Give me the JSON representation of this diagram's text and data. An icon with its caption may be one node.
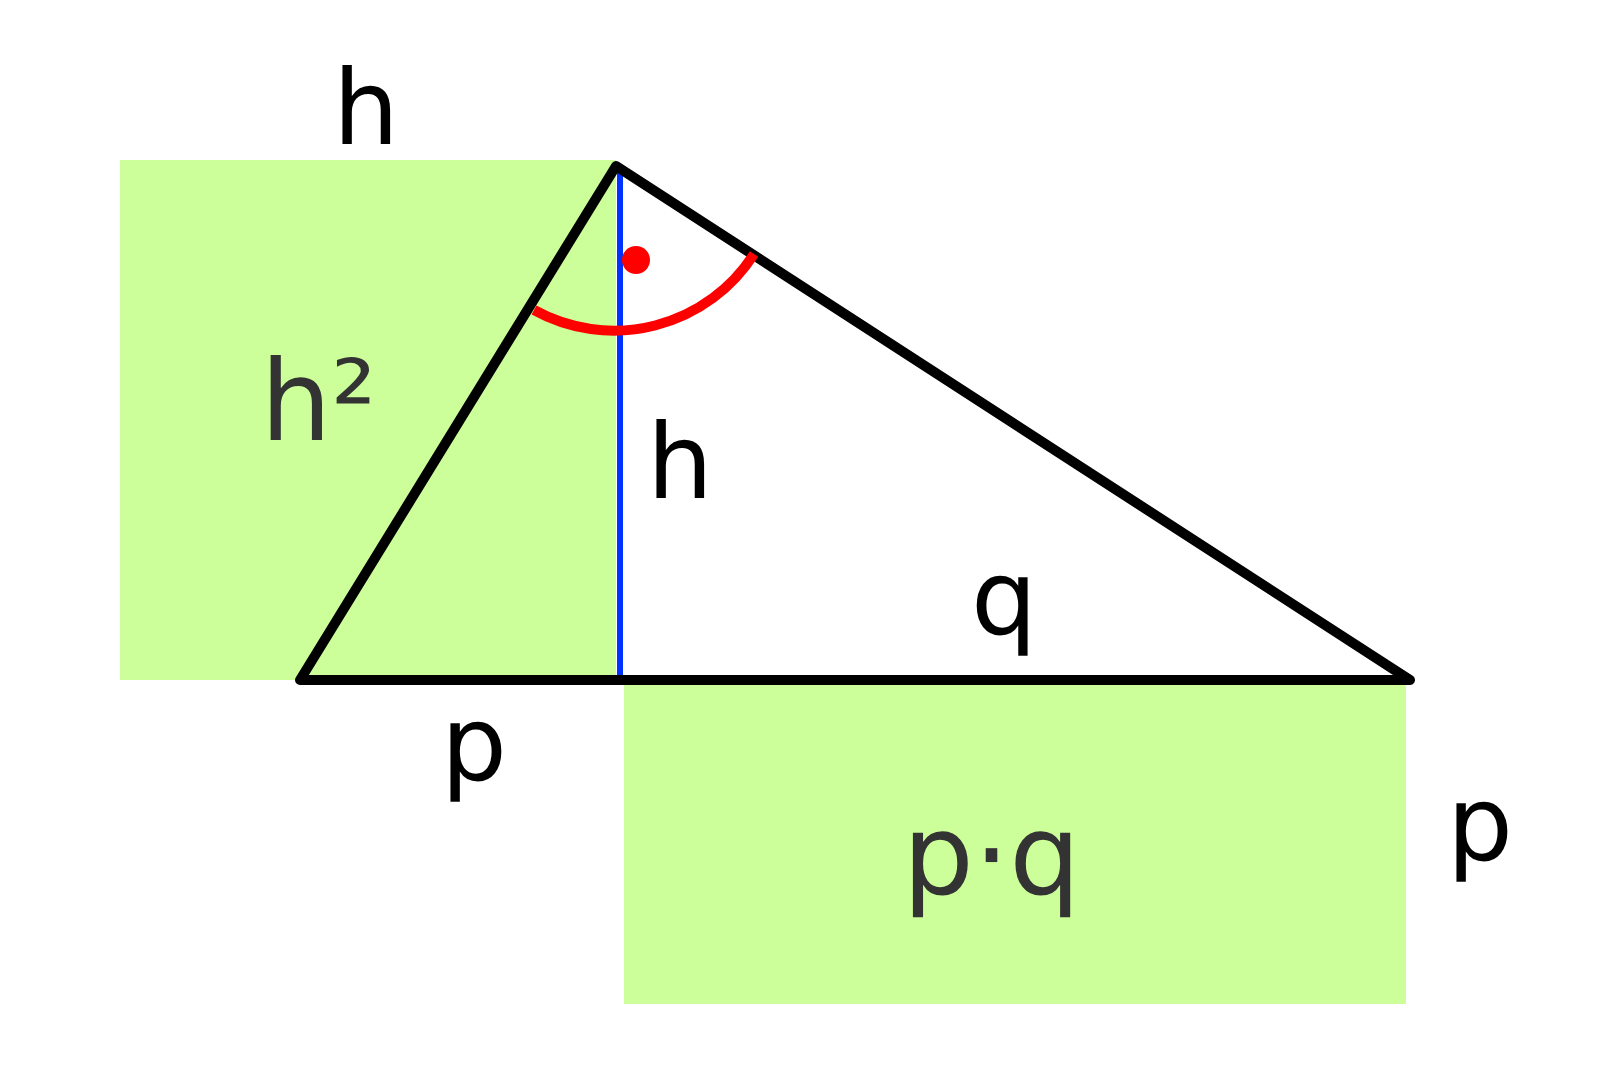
{
  "diagram": {
    "nodes": [
      {
        "text": [
          "h²"
        ]
      },
      {
        "text": [
          "p·q"
        ]
      }
    ],
    "labels": [
      "h",
      "h",
      "q",
      "p",
      "p"
    ]
  }
}
